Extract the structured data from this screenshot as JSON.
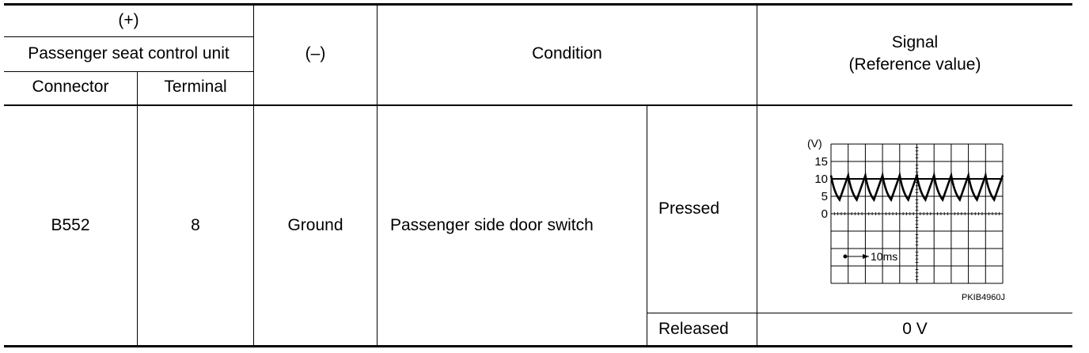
{
  "table": {
    "headers": {
      "plus": "(+)",
      "unit": "Passenger seat control unit",
      "connector": "Connector",
      "terminal": "Terminal",
      "minus": "(–)",
      "condition": "Condition",
      "signal_line1": "Signal",
      "signal_line2": "(Reference value)"
    },
    "row": {
      "connector": "B552",
      "terminal": "8",
      "minus": "Ground",
      "condition": "Passenger side door switch",
      "states": [
        {
          "state": "Pressed",
          "signal_ref": "PKIB4960J"
        },
        {
          "state": "Released",
          "signal_value": "0 V"
        }
      ]
    }
  },
  "waveform": {
    "unit_label": "(V)",
    "ytick_labels": [
      "15",
      "10",
      "5",
      "0"
    ],
    "time_label": "10ms",
    "caption": "PKIB4960J"
  },
  "chart_data": {
    "type": "line",
    "title": "",
    "xlabel": "10ms",
    "ylabel": "(V)",
    "yticks": [
      0,
      5,
      10,
      15
    ],
    "xlim": [
      0,
      100
    ],
    "x_unit": "ms per division: 10",
    "series": [
      {
        "values_description_free": true,
        "x": [
          0,
          5,
          10,
          15,
          20,
          25,
          30,
          35,
          40,
          45,
          50,
          55,
          60,
          65,
          70,
          75,
          80,
          85,
          90,
          95,
          100
        ],
        "y": [
          11,
          4,
          11,
          4,
          11,
          4,
          11,
          4,
          11,
          4,
          11,
          4,
          11,
          4,
          11,
          4,
          11,
          4,
          11,
          4,
          11
        ]
      }
    ]
  }
}
